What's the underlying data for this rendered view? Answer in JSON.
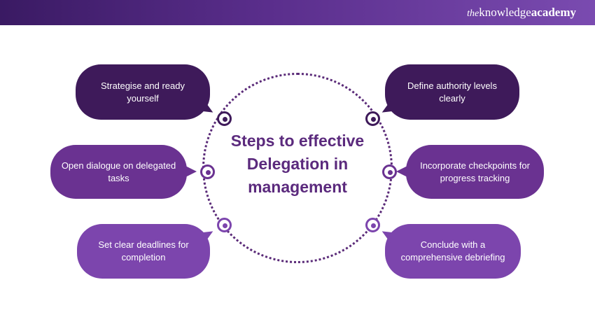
{
  "header": {
    "brand_the": "the",
    "brand_knowledge": "knowledge",
    "brand_academy": "academy",
    "colors": {
      "start": "#3a1a63",
      "end": "#7a4bb0"
    }
  },
  "center": {
    "title": "Steps to effective Delegation in management"
  },
  "steps": [
    {
      "label": "Strategise and ready yourself",
      "side": "left",
      "color": "#3e1a5a"
    },
    {
      "label": "Open dialogue on delegated tasks",
      "side": "left",
      "color": "#6a3291"
    },
    {
      "label": "Set clear deadlines for completion",
      "side": "left",
      "color": "#7c45ad"
    },
    {
      "label": "Define authority levels clearly",
      "side": "right",
      "color": "#3e1a5a"
    },
    {
      "label": "Incorporate checkpoints for progress tracking",
      "side": "right",
      "color": "#6a3291"
    },
    {
      "label": "Conclude with a comprehensive debriefing",
      "side": "right",
      "color": "#7c45ad"
    }
  ]
}
